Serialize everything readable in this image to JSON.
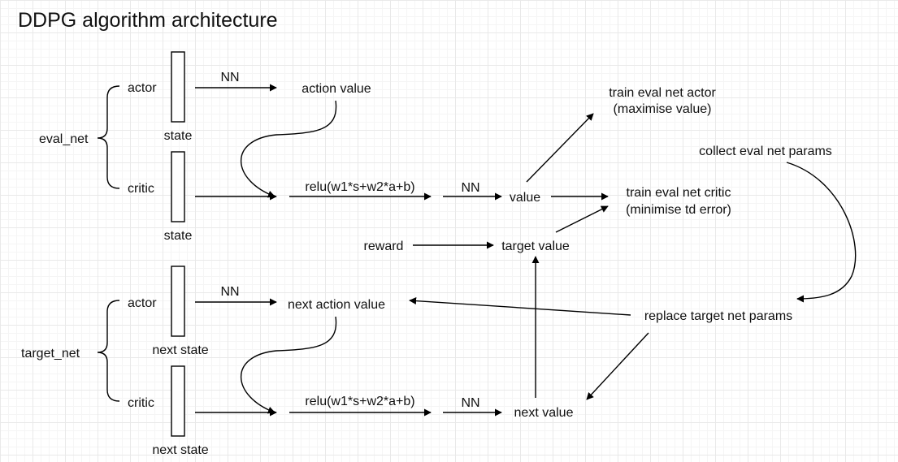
{
  "title": "DDPG algorithm architecture",
  "groups": {
    "eval_net": "eval_net",
    "target_net": "target_net"
  },
  "branches": {
    "eval_actor": "actor",
    "eval_critic": "critic",
    "target_actor": "actor",
    "target_critic": "critic"
  },
  "inputs": {
    "eval_actor_state": "state",
    "eval_critic_state": "state",
    "target_actor_state": "next state",
    "target_critic_state": "next state"
  },
  "edge_labels": {
    "eval_actor_nn": "NN",
    "eval_critic_nn": "NN",
    "target_actor_nn": "NN",
    "target_critic_nn": "NN"
  },
  "nodes": {
    "action_value": "action value",
    "eval_relu": "relu(w1*s+w2*a+b)",
    "value": "value",
    "train_actor_line1": "train eval net actor",
    "train_actor_line2": "(maximise value)",
    "train_critic_line1": "train eval net critic",
    "train_critic_line2": "(minimise td error)",
    "collect_params": "collect eval net params",
    "reward": "reward",
    "target_value": "target value",
    "next_action_value": "next action value",
    "replace_params": "replace target net params",
    "target_relu": "relu(w1*s+w2*a+b)",
    "next_value": "next value"
  }
}
